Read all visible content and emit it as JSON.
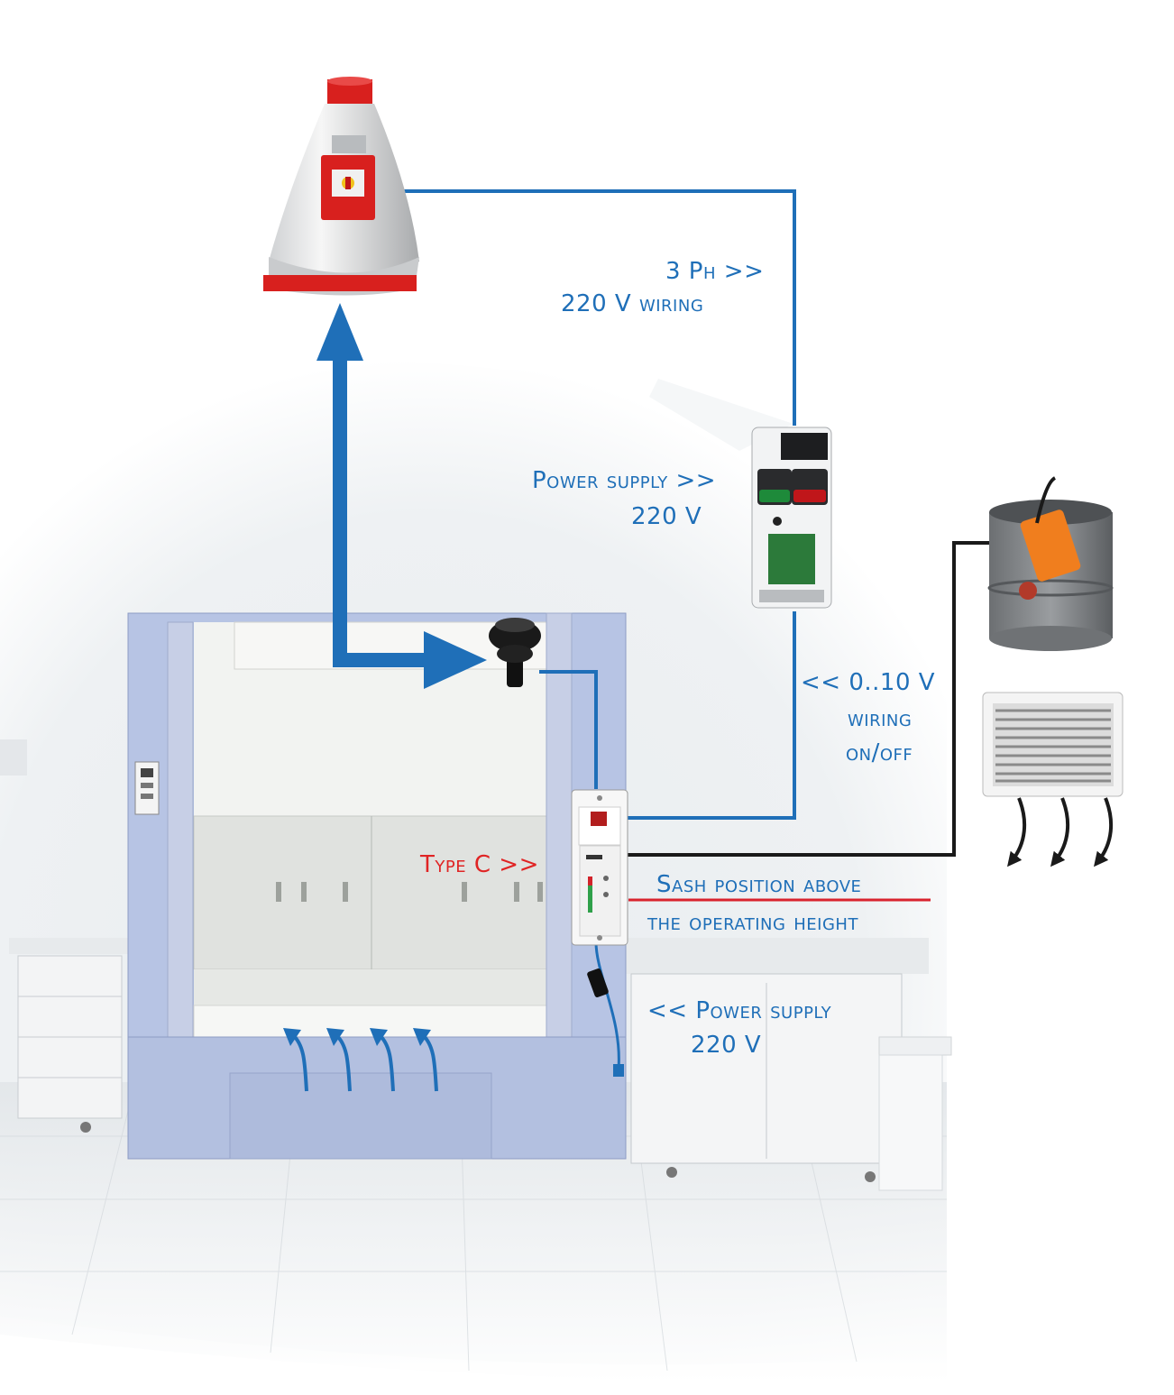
{
  "labels": {
    "three_phase": "3 Ph >>",
    "wiring_220": "220 V wiring",
    "power_supply_top_1": "Power supply >>",
    "power_supply_top_2": "220 V",
    "signal_1": "<< 0..10 V",
    "signal_2": "wiring",
    "signal_3": "on/off",
    "type_c": "Type C >>",
    "sash_1": "Sash position above",
    "sash_2": "the operating height",
    "power_supply_bottom_1": "<< Power supply",
    "power_supply_bottom_2": "220 V"
  },
  "colors": {
    "wire_blue": "#1f6fb8",
    "wire_black": "#1a1a1a",
    "sash_line": "#d9232e",
    "fume_hood_frame": "#b7c4e4",
    "fan_red": "#d8201e"
  },
  "icons": {
    "roof_fan": "roof-fan-icon",
    "inverter": "inverter-drive-icon",
    "damper": "motorized-damper-icon",
    "grille": "air-grille-icon",
    "controller": "airflow-controller-icon",
    "sensor": "airflow-sensor-icon"
  }
}
